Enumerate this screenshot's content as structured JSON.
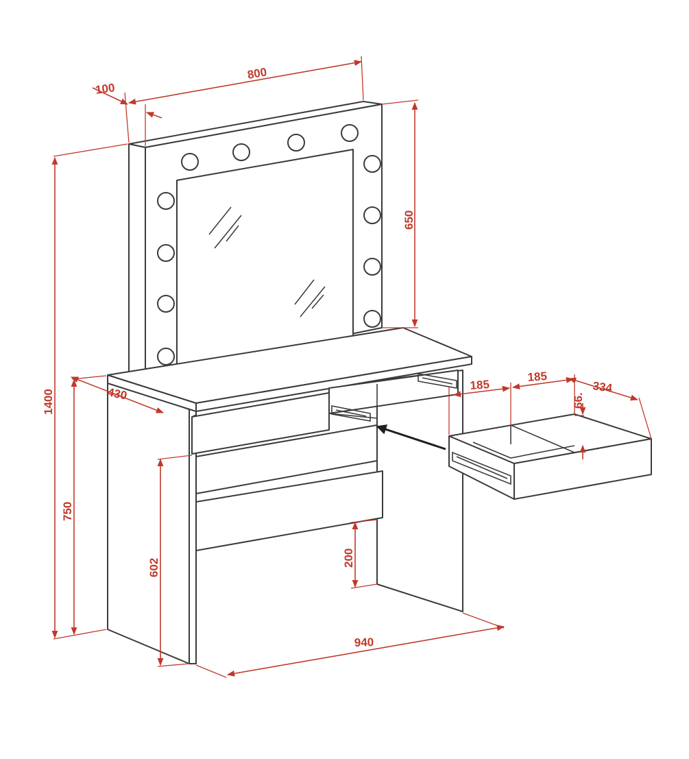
{
  "dimensions": {
    "mirror_width": "800",
    "mirror_depth": "100",
    "mirror_height": "650",
    "total_height": "1400",
    "desk_height": "750",
    "desk_depth": "430",
    "desk_width": "940",
    "leg_height": "602",
    "leg_clearance": "200",
    "drawer_compartment_1": "185",
    "drawer_compartment_2": "185",
    "drawer_depth": "334",
    "drawer_height": "66."
  },
  "colors": {
    "line": "#3a3a3a",
    "dimension": "#c0392b"
  }
}
